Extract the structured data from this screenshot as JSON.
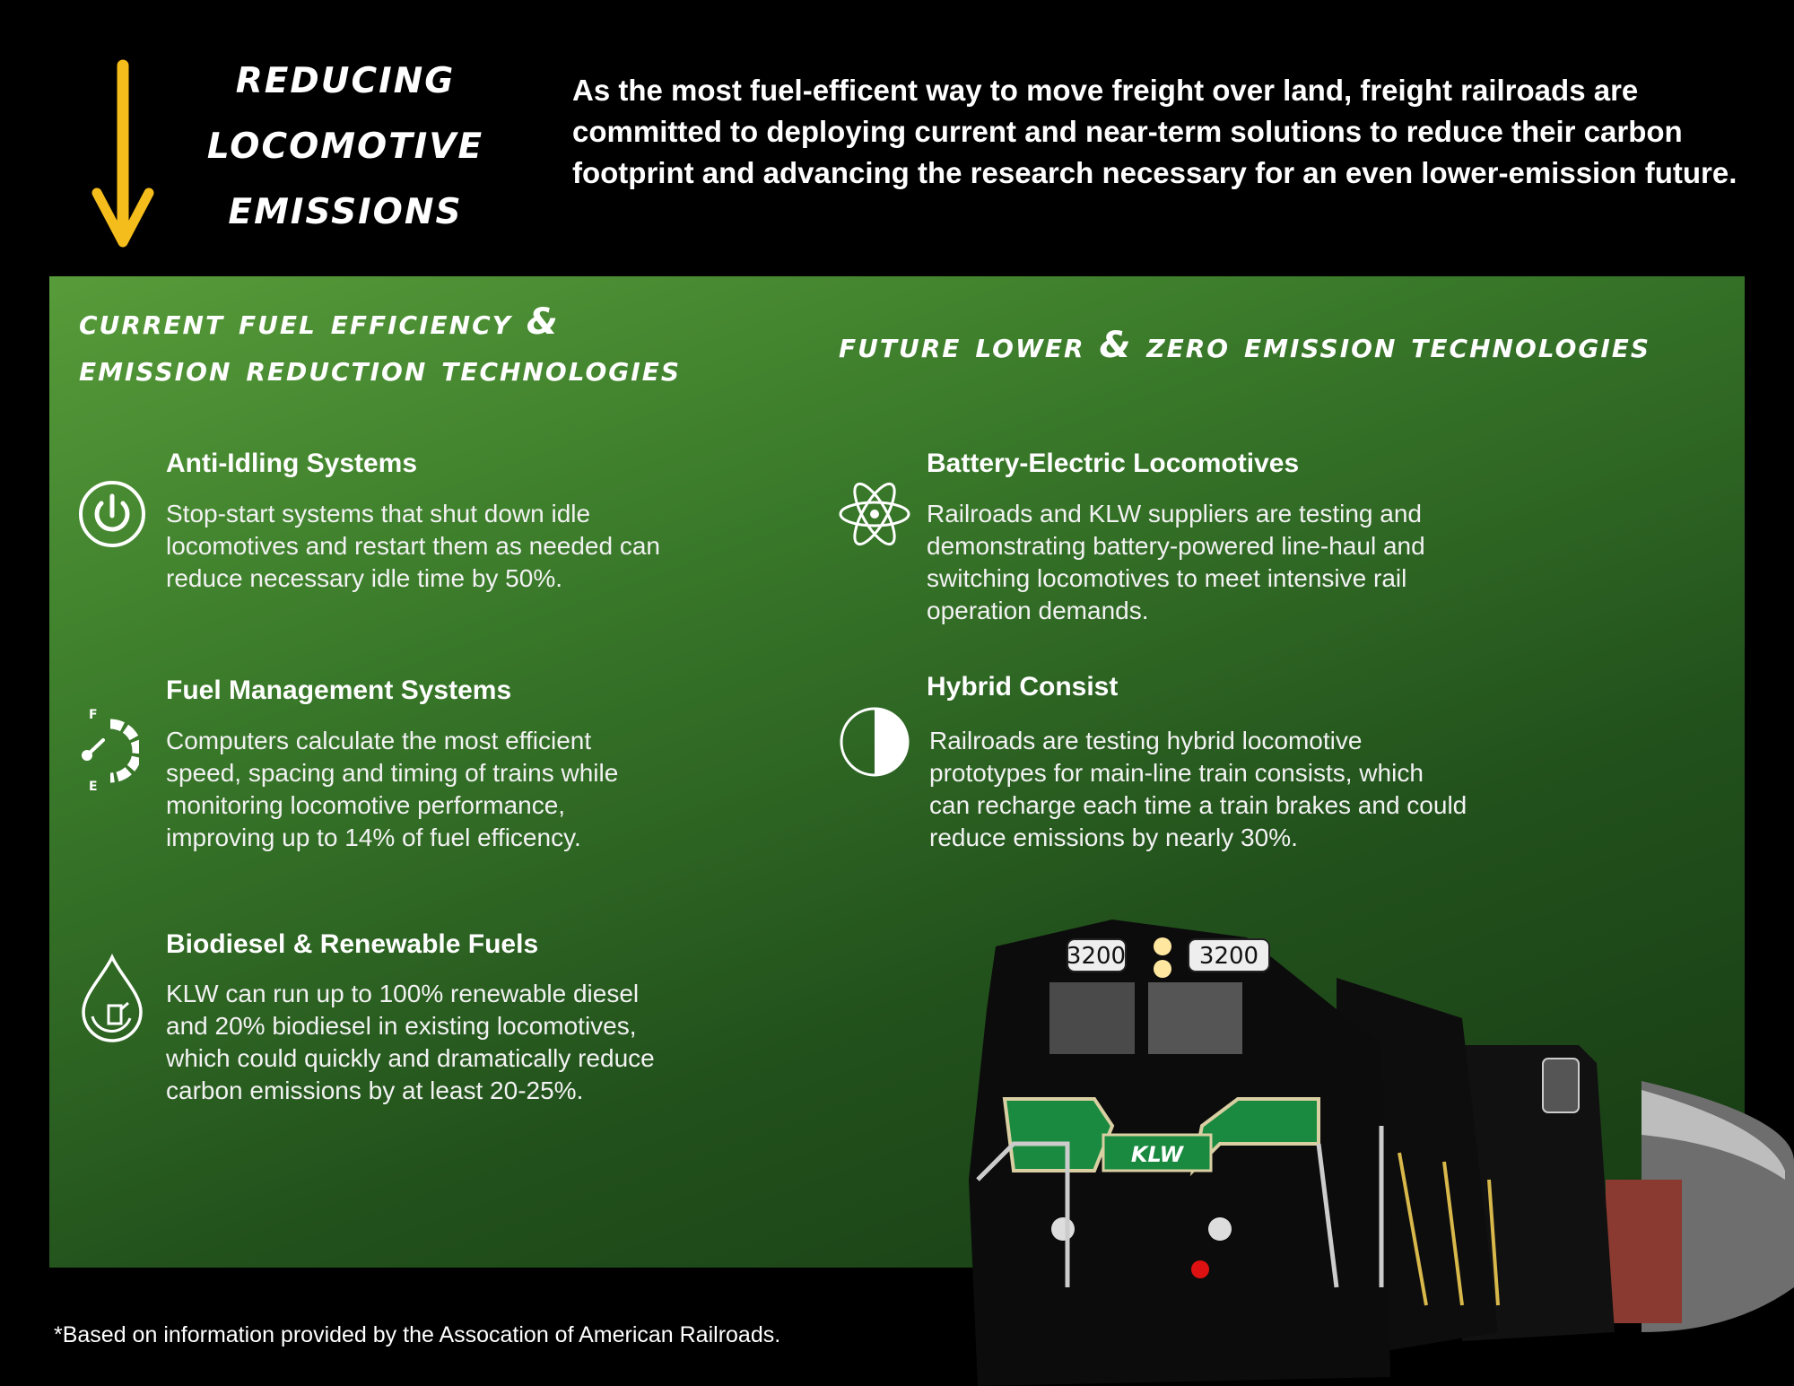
{
  "header": {
    "title_lines": [
      "Reducing",
      "Locomotive",
      "Emissions"
    ],
    "intro": "As the most fuel-efficent way to move freight over land, freight railroads are committed to deploying current and near-term solutions to reduce their carbon footprint and advancing the research necessary for an even lower-emission future.",
    "accent_color": "#f5bd1b"
  },
  "current": {
    "heading_lines": [
      "Current Fuel Efficiency &",
      "Emission Reduction Technologies"
    ],
    "items": [
      {
        "icon": "power-icon",
        "title": "Anti-Idling Systems",
        "text": "Stop-start systems that shut down idle locomotives and restart them as needed can reduce necessary idle time by 50%."
      },
      {
        "icon": "fuel-gauge-icon",
        "title": "Fuel Management Systems",
        "text": "Computers calculate the most efficient speed, spacing and timing of trains while monitoring locomotive performance, improving up to 14% of fuel efficency.",
        "gauge_full": "F",
        "gauge_empty": "E"
      },
      {
        "icon": "fuel-drop-icon",
        "title": "Biodiesel & Renewable Fuels",
        "text": "KLW can run up to 100% renewable diesel and 20% biodiesel in existing locomotives, which could quickly and dramatically reduce carbon emissions by at least 20-25%."
      }
    ]
  },
  "future": {
    "heading": "Future Lower & Zero Emission Technologies",
    "items": [
      {
        "icon": "atom-icon",
        "title": "Battery-Electric Locomotives",
        "text": "Railroads and KLW suppliers are testing and demonstrating battery-powered line-haul and switching locomotives to meet intensive rail operation demands."
      },
      {
        "icon": "half-circle-icon",
        "title": "Hybrid Consist",
        "text": "Railroads are testing hybrid locomotive prototypes for main-line train consists, which can recharge each time a train brakes and could reduce emissions by nearly 30%."
      }
    ]
  },
  "train": {
    "number": "3200",
    "logo": "KLW"
  },
  "footnote": "*Based on information provided by the Assocation of American Railroads."
}
